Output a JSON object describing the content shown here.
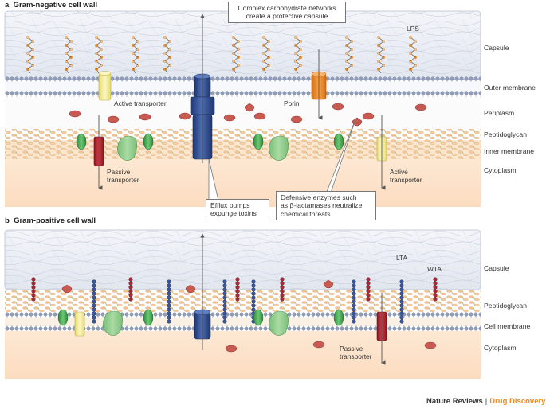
{
  "panel_a": {
    "title_letter": "a",
    "title": "Gram-negative cell wall",
    "regions": [
      "Capsule",
      "Outer membrane",
      "Periplasm",
      "Peptidoglycan",
      "Inner membrane",
      "Cytoplasm"
    ],
    "labels": {
      "lps": "LPS",
      "active_transporter_top": "Active transporter",
      "porin": "Porin",
      "passive_transporter": [
        "Passive",
        "transporter"
      ],
      "active_transporter_bottom": [
        "Active",
        "transporter"
      ]
    },
    "callout_capsule": [
      "Complex carbohydrate networks",
      "create a protective capsule"
    ]
  },
  "callouts_middle": {
    "efflux": [
      "Efflux pumps",
      "expunge toxins"
    ],
    "enzymes": [
      "Defensive enzymes such",
      "as β-lactamases neutralize",
      "chemical threats"
    ]
  },
  "panel_b": {
    "title_letter": "b",
    "title": "Gram-positive cell wall",
    "regions": [
      "Capsule",
      "Peptidoglycan",
      "Cell membrane",
      "Cytoplasm"
    ],
    "labels": {
      "lta": "LTA",
      "wta": "WTA",
      "passive_transporter": [
        "Passive",
        "transporter"
      ]
    }
  },
  "credit": {
    "journal": "Nature Reviews",
    "separator": "|",
    "section": "Drug Discovery"
  },
  "colors": {
    "accent": "#f08a1c",
    "capsule": "#e6eaf2",
    "membrane_head": "#8f9db8",
    "cytoplasm": "#fbe1c8",
    "efflux_pump": "#2f4c8f",
    "porin": "#ee8a2a",
    "active_transporter": "#f6ee9a",
    "passive_transporter": "#b5212e",
    "green_protein": "#4fae57",
    "enzyme": "#c85a52"
  }
}
